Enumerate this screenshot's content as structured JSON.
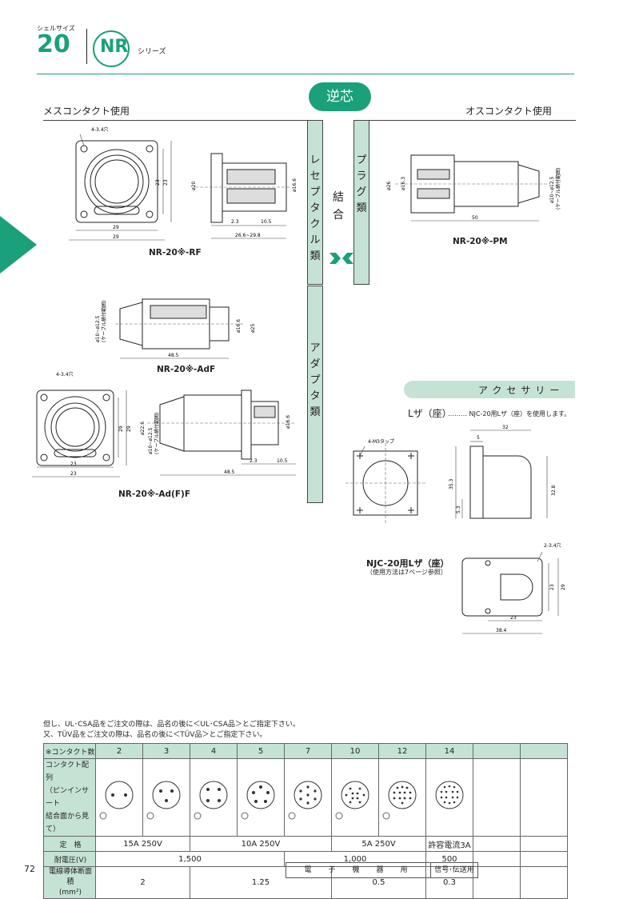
{
  "header": {
    "shell_label": "シェルサイズ",
    "shell_size": "20",
    "series": "NR",
    "series_suffix": "シリーズ"
  },
  "reverse_core": "逆芯",
  "sections": {
    "female": "メスコンタクト使用",
    "male": "オスコンタクト使用"
  },
  "column_labels": {
    "receptacle": "レセプタクル類",
    "mating": "結合",
    "plug": "プラグ類",
    "adapter": "アダプタ類"
  },
  "parts": {
    "rf": {
      "name": "NR-20※-RF",
      "hole": "4-3.4穴",
      "dims": [
        "23",
        "29",
        "23",
        "29",
        "ø20",
        "ø16.6",
        "2.3",
        "10.5",
        "26.6~29.8"
      ]
    },
    "pm": {
      "name": "NR-20※-PM",
      "dims": [
        "ø26",
        "ø16.3",
        "50",
        "ø10~ø12.5",
        "(ケーブル締付範囲)"
      ]
    },
    "adf": {
      "name": "NR-20※-AdF",
      "dims": [
        "ø10~ø12.5",
        "(ケーブル締付範囲)",
        "ø16.6",
        "ø25",
        "48.5"
      ]
    },
    "adff": {
      "name": "NR-20※-Ad(F)F",
      "hole": "4-3.4穴",
      "dims": [
        "23",
        "29",
        "23",
        "29",
        "ø22.6",
        "ø10~ø12.5",
        "(ケーブル締付範囲)",
        "ø16.6",
        "2.3",
        "10.5",
        "48.5"
      ]
    }
  },
  "accessory": {
    "title": "アクセサリー",
    "lza_title": "Lザ（座）",
    "lza_desc": "NJC-20用Lザ（座）を使用します。",
    "tap": "4-M3タップ",
    "dims": [
      "32",
      "5",
      "35.3",
      "5.3",
      "32.8"
    ],
    "njc_title": "NJC-20用Lザ（座）",
    "njc_note": "（使用方法は7ページ参照）",
    "njc_hole": "2-3.4穴",
    "njc_dims": [
      "23",
      "29",
      "23",
      "38.4"
    ]
  },
  "notes": [
    "但し、UL･CSA品をご注文の際は、品名の後に＜UL･CSA品＞とご指定下さい。",
    "又、TÜV品をご注文の際は、品名の後に＜TÜV品＞とご指定下さい。"
  ],
  "table": {
    "row_labels": {
      "contacts": "※コンタクト数",
      "arrangement": [
        "コンタクト配列",
        "（ピンインサート",
        "結合面から見て）"
      ],
      "rating": "定　格",
      "voltage": "耐電圧(V)",
      "wire": [
        "電線導体断面積",
        "(mm²)"
      ]
    },
    "contacts": [
      "2",
      "3",
      "4",
      "5",
      "7",
      "10",
      "12",
      "14"
    ],
    "ratings": [
      "15A 250V",
      "10A 250V",
      "5A 250V",
      "許容電流3A"
    ],
    "voltages": [
      "1,500",
      "1,000",
      "500"
    ],
    "wire_areas": [
      "2",
      "1.25",
      "0.5",
      "0.3"
    ],
    "usage": "電　子　機　器　用",
    "usage2": "信号･伝送用"
  },
  "page_number": "72"
}
